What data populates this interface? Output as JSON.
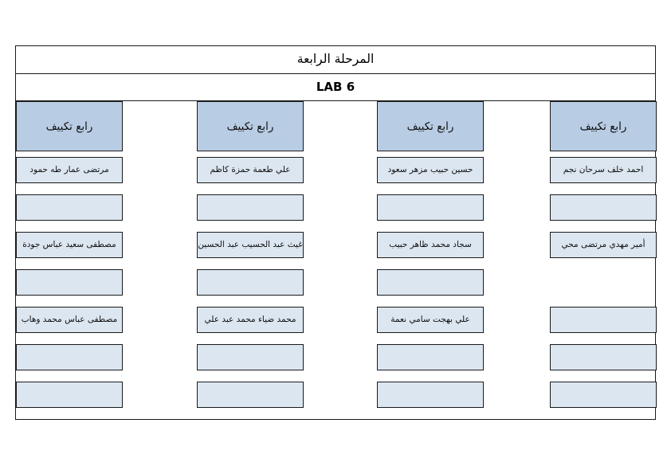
{
  "page": {
    "direction": "rtl",
    "background": "#ffffff",
    "header_fill": "#b8cce4",
    "cell_fill": "#dce6f1",
    "border_color": "#1a1a1a"
  },
  "title": {
    "line1": "المرحلة الرابعة",
    "line2": "LAB 6"
  },
  "columns": [
    {
      "header": "رابع تكييف",
      "cells": [
        "مرتضى عمار طه حمود",
        "",
        "مصطفى سعيد عباس جودة",
        "",
        "مصطفى عباس محمد وهاب",
        "",
        ""
      ]
    },
    {
      "header": "رابع تكييف",
      "cells": [
        "علي طعمة حمزة كاظم",
        "",
        "غيث عبد الحسيب عبد الحسين",
        "",
        "محمد ضياء محمد عبد علي",
        "",
        ""
      ]
    },
    {
      "header": "رابع تكييف",
      "cells": [
        "حسين حبيب مزهر سعود",
        "",
        "سجاد محمد ظاهر حبيب",
        "",
        "علي بهجت سامي نعمة",
        "",
        ""
      ]
    },
    {
      "header": "رابع تكييف",
      "cells": [
        "احمد خلف سرحان نجم",
        "",
        "أمير مهدي مرتضى محي",
        null,
        "",
        "",
        ""
      ]
    }
  ]
}
